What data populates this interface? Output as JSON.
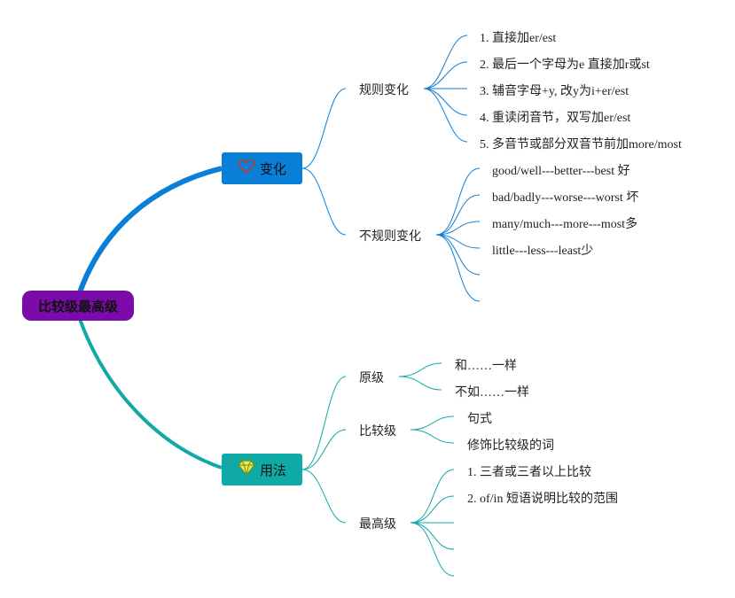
{
  "root": {
    "label": "比较级最高级"
  },
  "colors": {
    "root": "#7b0aa8",
    "branch_change": "#0a7fd8",
    "branch_usage": "#10aaa6"
  },
  "branches": [
    {
      "label": "变化",
      "icon": "heart-icon",
      "children": [
        {
          "label": "规则变化",
          "leaves": [
            "1. 直接加er/est",
            "2. 最后一个字母为e 直接加r或st",
            "3. 辅音字母+y, 改y为i+er/est",
            "4. 重读闭音节，双写加er/est",
            "5. 多音节或部分双音节前加more/most"
          ]
        },
        {
          "label": "不规则变化",
          "leaves": [
            "good/well---better---best 好",
            "bad/badly---worse---worst 坏",
            "many/much---more---most多",
            "little---less---least少",
            "",
            ""
          ]
        }
      ]
    },
    {
      "label": "用法",
      "icon": "gem-icon",
      "children": [
        {
          "label": "原级",
          "leaves": [
            "和……一样",
            "不如……一样"
          ]
        },
        {
          "label": "比较级",
          "leaves": [
            "句式",
            "修饰比较级的词"
          ]
        },
        {
          "label": "最高级",
          "leaves": [
            "1. 三者或三者以上比较",
            "2. of/in 短语说明比较的范围",
            "",
            "",
            ""
          ]
        }
      ]
    }
  ]
}
